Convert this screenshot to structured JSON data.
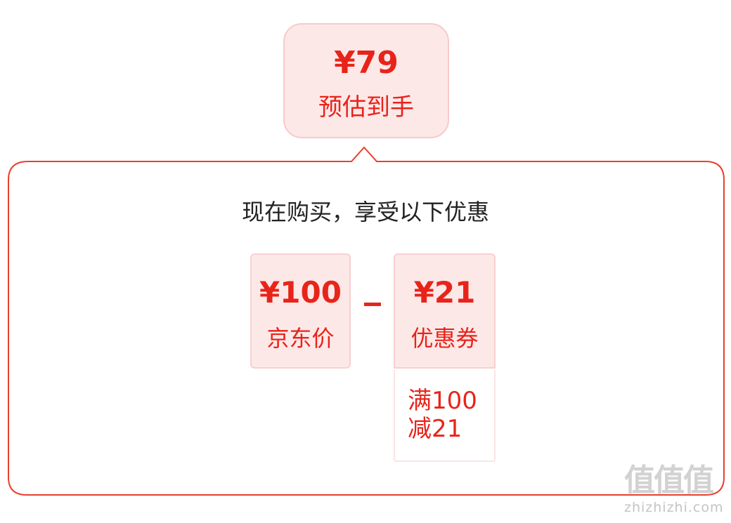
{
  "estimate": {
    "price": "¥79",
    "label": "预估到手"
  },
  "panel": {
    "title": "现在购买，享受以下优惠"
  },
  "jd_price": {
    "value": "¥100",
    "label": "京东价"
  },
  "operator": "−",
  "coupon": {
    "value": "¥21",
    "label": "优惠券",
    "condition_line1": "满100",
    "condition_line2": "减21"
  },
  "watermark": {
    "glyphs": "值值值",
    "domain": "zhizhizhi.com"
  },
  "colors": {
    "accent": "#e8241a",
    "card_bg": "#fde8e8",
    "card_border": "#f8c9c9",
    "panel_border": "#e8402e"
  }
}
